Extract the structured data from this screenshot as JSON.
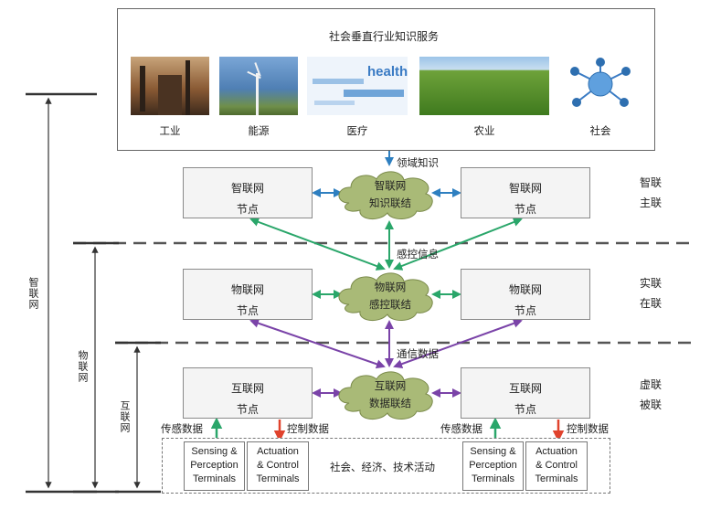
{
  "top_panel": {
    "title": "社会垂直行业知识服务",
    "industries": [
      {
        "label": "工业",
        "icon": "industry-image"
      },
      {
        "label": "能源",
        "icon": "wind-turbine-image"
      },
      {
        "label": "医疗",
        "icon": "health-wordcloud-image",
        "words": "health"
      },
      {
        "label": "农业",
        "icon": "farmland-image"
      },
      {
        "label": "社会",
        "icon": "network-globe-icon"
      }
    ]
  },
  "flow_labels": {
    "domain_knowledge": "领域知识",
    "sensing_control_info": "感控信息",
    "communication_data": "通信数据",
    "sensing_data": "传感数据",
    "control_data": "控制数据"
  },
  "layers": {
    "wisdom": {
      "node_line1": "智联网",
      "node_line2": "节点",
      "cloud_line1": "智联网",
      "cloud_line2": "知识联结",
      "side_line1": "智联",
      "side_line2": "主联"
    },
    "things": {
      "node_line1": "物联网",
      "node_line2": "节点",
      "cloud_line1": "物联网",
      "cloud_line2": "感控联结",
      "side_line1": "实联",
      "side_line2": "在联"
    },
    "internet": {
      "node_line1": "互联网",
      "node_line2": "节点",
      "cloud_line1": "互联网",
      "cloud_line2": "数据联结",
      "side_line1": "虚联",
      "side_line2": "被联"
    }
  },
  "terminals": {
    "sensing": [
      "Sensing &",
      "Perception",
      "Terminals"
    ],
    "actuation": [
      "Actuation",
      "& Control",
      "Terminals"
    ],
    "activity": "社会、经济、技术活动"
  },
  "scale_labels": {
    "wisdom": "智联网",
    "things": "物联网",
    "internet": "互联网"
  },
  "colors": {
    "blue": "#2e7fc0",
    "green": "#2aa66a",
    "purple": "#7a43a8",
    "red": "#e0432d",
    "cloud": "#a9ba77"
  }
}
